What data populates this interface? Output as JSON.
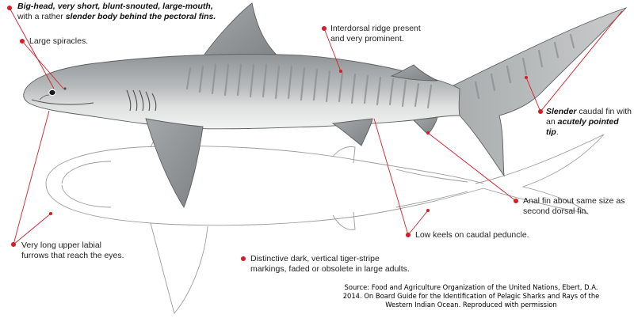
{
  "labels": {
    "head": {
      "part1": "Big-head, very short, blunt-snouted, large-mouth,",
      "part2": "with a rather ",
      "part3": "slender body behind the pectoral fins."
    },
    "spiracles": "Large spiracles.",
    "interdorsal": {
      "line1": "Interdorsal ridge present",
      "line2": "and very prominent."
    },
    "caudal": {
      "part1": "Slender",
      "part2": " caudal fin with",
      "part3": "an ",
      "part4": "acutely pointed tip",
      "part5": "."
    },
    "anal": {
      "line1": "Anal fin about same size as",
      "line2": "second dorsal fin."
    },
    "keels": "Low keels on caudal peduncle.",
    "labial": {
      "line1": "Very long upper labial",
      "line2": "furrows that reach the eyes."
    },
    "stripes": {
      "line1": "Distinctive dark, vertical tiger-stripe",
      "line2": "markings, faded or obsolete in large adults."
    }
  },
  "source": {
    "line1": "Source: Food and Agriculture Organization of the United Nations, Ebert, D.A.",
    "line2": "2014. On Board Guide for the Identification of Pelagic Sharks and Rays of the",
    "line3": "Western Indian Ocean. Reproduced with permission"
  },
  "colors": {
    "leader": "#d41f2a",
    "body": "#b5b8b9",
    "belly": "#eef0ef",
    "outline": "#5c5f60",
    "stripe": "#8a8e90",
    "underside_line": "#9a9c9d"
  }
}
